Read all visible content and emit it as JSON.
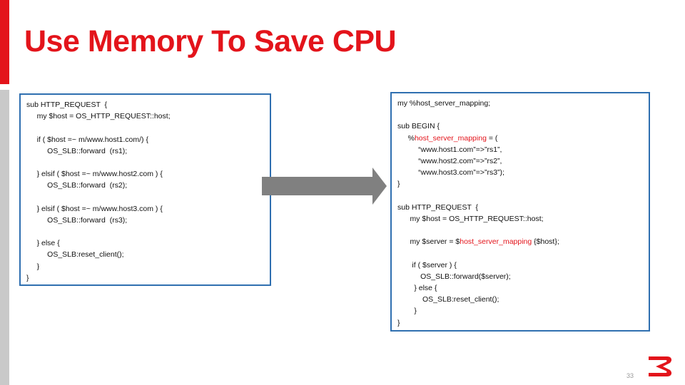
{
  "slide": {
    "title": "Use Memory To Save CPU",
    "page_number": "33"
  },
  "colors": {
    "accent": "#e3141b",
    "box_border": "#2f6fb0",
    "arrow": "#808080",
    "side_bar": "#c9c9c9"
  },
  "left_code": {
    "lines": [
      "sub HTTP_REQUEST  {",
      "     my $host = OS_HTTP_REQUEST::host;",
      "",
      "     if ( $host =~ m/www.host1.com/) {",
      "          OS_SLB::forward  (rs1);",
      "",
      "     } elsif ( $host =~ m/www.host2.com ) {",
      "          OS_SLB::forward  (rs2);",
      "",
      "     } elsif ( $host =~ m/www.host3.com ) {",
      "          OS_SLB::forward  (rs3);",
      "",
      "     } else {",
      "          OS_SLB:reset_client();",
      "     }",
      "}"
    ]
  },
  "right_code": {
    "line1": "my %host_server_mapping;",
    "line2": "sub BEGIN {",
    "line3_pre": "     %",
    "line3_hl": "host_server_mapping",
    "line3_post": " = (",
    "line4": "          “www.host1.com”=>”rs1”,",
    "line5": "          “www.host2.com”=>”rs2”,",
    "line6": "          “www.host3.com”=>”rs3”);",
    "line7": "}",
    "line8": "sub HTTP_REQUEST  {",
    "line9": "      my $host = OS_HTTP_REQUEST::host;",
    "line10_pre": "      my $server = $",
    "line10_hl": "host_server_mapping",
    "line10_post": " {$host};",
    "line11": "       if ( $server ) {",
    "line12": "           OS_SLB::forward($server);",
    "line13": "        } else {",
    "line14": "            OS_SLB:reset_client();",
    "line15": "        }",
    "line16": "}"
  },
  "icons": {
    "arrow": "right-arrow-icon",
    "logo": "brocade-logo-icon"
  }
}
